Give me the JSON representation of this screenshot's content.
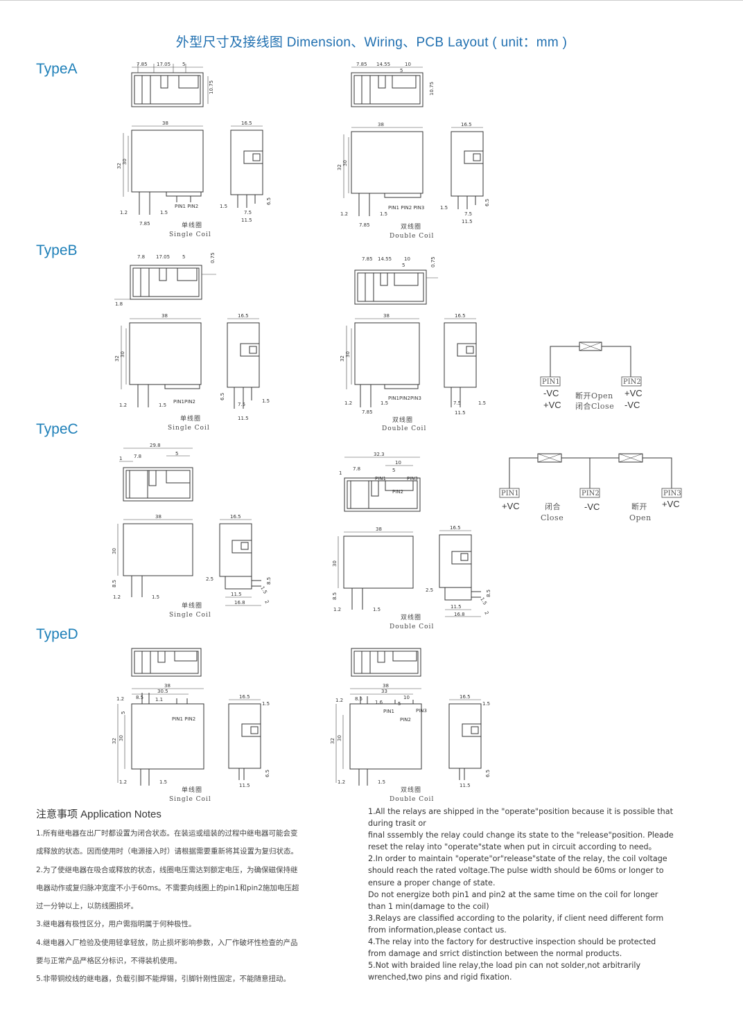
{
  "title": "外型尺寸及接线图 Dimension、Wiring、PCB Layout ( unit：mm )",
  "types": {
    "a": "TypeA",
    "b": "TypeB",
    "c": "TypeC",
    "d": "TypeD"
  },
  "captions": {
    "single_cn": "单线圈",
    "single_en": "Single Coil",
    "double_cn": "双线圈",
    "double_en": "Double Coil"
  },
  "pins": {
    "pin1": "PIN1",
    "pin2": "PIN2",
    "pin3": "PIN3",
    "pin1pin2": "PIN1 PIN2",
    "pin1pin2pin3": "PIN1 PIN2 PIN3",
    "pin1pin2_b": "PIN1PIN2",
    "pin1pin2pin3_b": "PIN1PIN2PIN3"
  },
  "dims": {
    "d785": "7.85",
    "d1705": "17.05",
    "d5": "5",
    "d1075": "10.75",
    "d1455": "14.55",
    "d10": "10",
    "d38": "38",
    "d165": "16.5",
    "d32": "32",
    "d30": "30",
    "d12": "1.2",
    "d15": "1.5",
    "d75": "7.5",
    "d115": "11.5",
    "d65": "6.5",
    "d78": "7.8",
    "d075": "0.75",
    "d18": "1.8",
    "d298": "29.8",
    "d1": "1",
    "d323": "32.3",
    "d85": "8.5",
    "d25": "2.5",
    "d168": "16.8",
    "d2": "2",
    "d305": "30.5",
    "d11": "1.1",
    "d33": "33",
    "d16": "1.6"
  },
  "wiring_b": {
    "pin1_values": [
      "-VC",
      "+VC"
    ],
    "pin2_values": [
      "+VC",
      "-VC"
    ],
    "state_open": "断开Open",
    "state_close": "闭合Close"
  },
  "wiring_c": {
    "pin1_value": "+VC",
    "pin2_value": "-VC",
    "pin3_value": "+VC",
    "close_cn": "闭合",
    "close_en": "Close",
    "open_cn": "断开",
    "open_en": "Open"
  },
  "notes": {
    "heading": "注意事项 Application Notes",
    "cn": [
      "1.所有继电器在出厂时都设置为闭合状态。在装运或组装的过程中继电器可能会变",
      "成释放的状态。因而使用时（电源接入时）请根据需要重新将其设置为复归状态。",
      "2.为了使继电器在吸合或释放的状态，线圈电压需达到额定电压，为确保磁保持继",
      "电器动作或复归脉冲宽度不小于60ms。不需要向线圈上的pin1和pin2施加电压超",
      "过一分钟以上，以防线圈损坏。",
      "3.继电器有极性区分，用户需指明属于何种极性。",
      "4.继电器入厂检验及使用轻拿轻放，防止损坏影响参数，入厂作破坏性检查的产品",
      "要与正常产品严格区分标识，不得装机使用。",
      "5.非带铜绞线的继电器，负载引脚不能焊锡，引脚针刚性固定，不能随意扭动。"
    ],
    "en": [
      "1.All the relays are shipped in the \"operate\"position because it is possible that",
      "during trasit or",
      "final sssembly the relay could change its state to the \"release\"position. Pleade",
      " reset the relay into \"operate\"state when put in circuit according to need。",
      "2.In order to maintain \"operate\"or\"release\"state of the relay, the coil voltage",
      "should reach the rated voltage.The pulse width should be 60ms or longer to",
      "ensure a proper change of state.",
      "Do not energize both pin1 and pin2 at the same time on the coil for longer",
      "than 1 min(damage to the coil)",
      "3.Relays are classified according to the polarity, if client need different form",
      "from information,please contact us.",
      "4.The relay into the factory for destructive inspection should be protected",
      "from damage and srrict distinction between the normal products.",
      "5.Not with braided line relay,the load pin can not solder,not arbitrarily",
      " wrenched,two pins and rigid fixation."
    ]
  }
}
